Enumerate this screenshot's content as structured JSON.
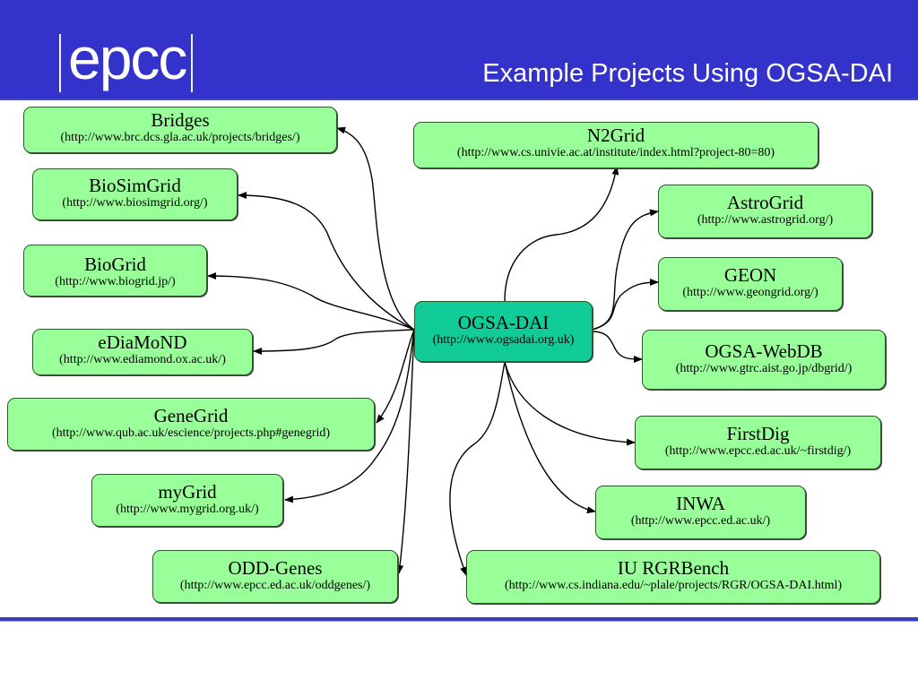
{
  "header": {
    "logo_text": "epcc",
    "title": "Example Projects Using OGSA-DAI"
  },
  "colors": {
    "header_bg": "#3333cc",
    "node_fill": "#99ff99",
    "center_fill": "#11cc99",
    "edge": "#000000"
  },
  "diagram": {
    "center": {
      "name": "OGSA-DAI",
      "url": "(http://www.ogsadai.org.uk)"
    },
    "projects": [
      {
        "id": "bridges",
        "name": "Bridges",
        "url": "(http://www.brc.dcs.gla.ac.uk/projects/bridges/)"
      },
      {
        "id": "biosimgrid",
        "name": "BioSimGrid",
        "url": "(http://www.biosimgrid.org/)"
      },
      {
        "id": "biogrid",
        "name": "BioGrid",
        "url": "(http://www.biogrid.jp/)"
      },
      {
        "id": "ediamond",
        "name": "eDiaMoND",
        "url": "(http://www.ediamond.ox.ac.uk/)"
      },
      {
        "id": "genegrid",
        "name": "GeneGrid",
        "url": "(http://www.qub.ac.uk/escience/projects.php#genegrid)"
      },
      {
        "id": "mygrid",
        "name": "myGrid",
        "url": "(http://www.mygrid.org.uk/)"
      },
      {
        "id": "oddgenes",
        "name": "ODD-Genes",
        "url": "(http://www.epcc.ed.ac.uk/oddgenes/)"
      },
      {
        "id": "n2grid",
        "name": "N2Grid",
        "url": "(http://www.cs.univie.ac.at/institute/index.html?project-80=80)"
      },
      {
        "id": "astrogrid",
        "name": "AstroGrid",
        "url": "(http://www.astrogrid.org/)"
      },
      {
        "id": "geon",
        "name": "GEON",
        "url": "(http://www.geongrid.org/)"
      },
      {
        "id": "ogsawebdb",
        "name": "OGSA-WebDB",
        "url": "(http://www.gtrc.aist.go.jp/dbgrid/)"
      },
      {
        "id": "firstdig",
        "name": "FirstDig",
        "url": "(http://www.epcc.ed.ac.uk/~firstdig/)"
      },
      {
        "id": "inwa",
        "name": "INWA",
        "url": "(http://www.epcc.ed.ac.uk/)"
      },
      {
        "id": "iurgrbench",
        "name": "IU RGRBench",
        "url": "(http://www.cs.indiana.edu/~plale/projects/RGR/OGSA-DAI.html)"
      }
    ],
    "edges": [
      {
        "from": "OGSA-DAI",
        "to": "Bridges"
      },
      {
        "from": "OGSA-DAI",
        "to": "BioSimGrid"
      },
      {
        "from": "OGSA-DAI",
        "to": "BioGrid"
      },
      {
        "from": "OGSA-DAI",
        "to": "eDiaMoND"
      },
      {
        "from": "OGSA-DAI",
        "to": "GeneGrid"
      },
      {
        "from": "OGSA-DAI",
        "to": "myGrid"
      },
      {
        "from": "OGSA-DAI",
        "to": "ODD-Genes"
      },
      {
        "from": "OGSA-DAI",
        "to": "N2Grid"
      },
      {
        "from": "OGSA-DAI",
        "to": "AstroGrid"
      },
      {
        "from": "OGSA-DAI",
        "to": "GEON"
      },
      {
        "from": "OGSA-DAI",
        "to": "OGSA-WebDB"
      },
      {
        "from": "OGSA-DAI",
        "to": "FirstDig"
      },
      {
        "from": "OGSA-DAI",
        "to": "INWA"
      },
      {
        "from": "OGSA-DAI",
        "to": "IU RGRBench"
      }
    ]
  }
}
